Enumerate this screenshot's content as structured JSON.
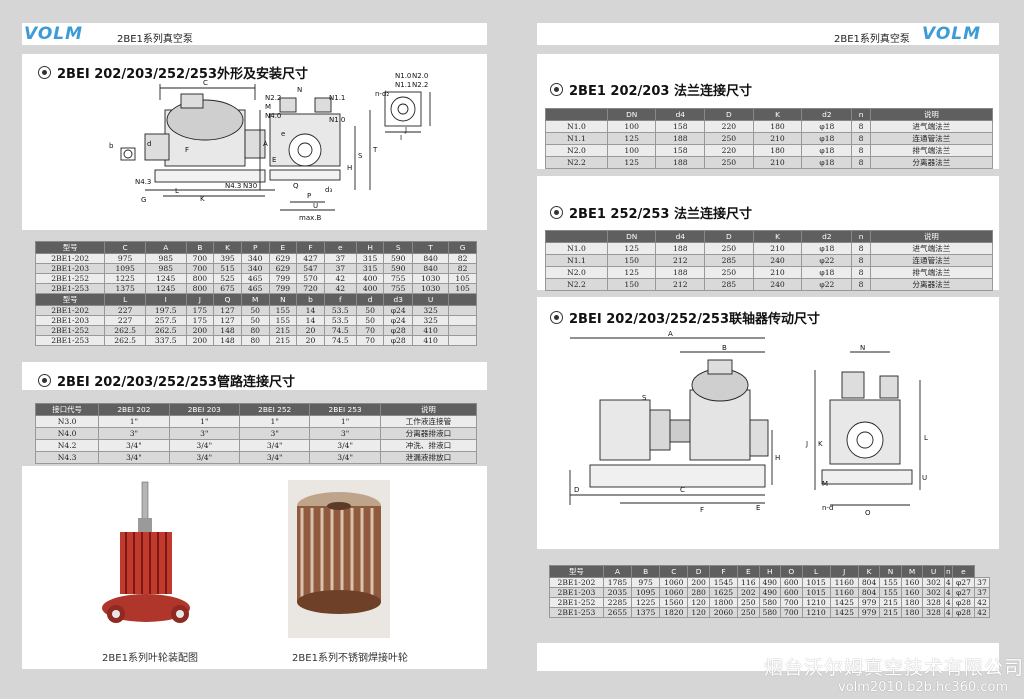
{
  "left": {
    "brand": "VOLM",
    "series": "2BE1系列真空泵",
    "sec1_title": "2BEI  202/203/252/253外形及安装尺寸",
    "dim_table1": {
      "header1": [
        "型号",
        "C",
        "A",
        "B",
        "K",
        "P",
        "E",
        "F",
        "e",
        "H",
        "S",
        "T",
        "G"
      ],
      "rows1": [
        [
          "2BE1-202",
          "975",
          "985",
          "700",
          "395",
          "340",
          "629",
          "427",
          "37",
          "315",
          "590",
          "840",
          "82"
        ],
        [
          "2BE1-203",
          "1095",
          "985",
          "700",
          "515",
          "340",
          "629",
          "547",
          "37",
          "315",
          "590",
          "840",
          "82"
        ],
        [
          "2BE1-252",
          "1225",
          "1245",
          "800",
          "525",
          "465",
          "799",
          "570",
          "42",
          "400",
          "755",
          "1030",
          "105"
        ],
        [
          "2BE1-253",
          "1375",
          "1245",
          "800",
          "675",
          "465",
          "799",
          "720",
          "42",
          "400",
          "755",
          "1030",
          "105"
        ]
      ],
      "header2": [
        "型号",
        "L",
        "I",
        "J",
        "Q",
        "M",
        "N",
        "b",
        "f",
        "d",
        "d3",
        "U",
        ""
      ],
      "rows2": [
        [
          "2BE1-202",
          "227",
          "197.5",
          "175",
          "127",
          "50",
          "155",
          "14",
          "53.5",
          "50",
          "φ24",
          "325",
          ""
        ],
        [
          "2BE1-203",
          "227",
          "257.5",
          "175",
          "127",
          "50",
          "155",
          "14",
          "53.5",
          "50",
          "φ24",
          "325",
          ""
        ],
        [
          "2BE1-252",
          "262.5",
          "262.5",
          "200",
          "148",
          "80",
          "215",
          "20",
          "74.5",
          "70",
          "φ28",
          "410",
          ""
        ],
        [
          "2BE1-253",
          "262.5",
          "337.5",
          "200",
          "148",
          "80",
          "215",
          "20",
          "74.5",
          "70",
          "φ28",
          "410",
          ""
        ]
      ]
    },
    "sec2_title": "2BEI  202/203/252/253管路连接尺寸",
    "pipe_table": {
      "header": [
        "接口代号",
        "2BEI 202",
        "2BEI 203",
        "2BEI 252",
        "2BEI 253",
        "说明"
      ],
      "rows": [
        [
          "N3.0",
          "1\"",
          "1\"",
          "1\"",
          "1\"",
          "工作液连接管"
        ],
        [
          "N4.0",
          "3\"",
          "3\"",
          "3\"",
          "3\"",
          "分离器排液口"
        ],
        [
          "N4.2",
          "3/4\"",
          "3/4\"",
          "3/4\"",
          "3/4\"",
          "冲洗、排液口"
        ],
        [
          "N4.3",
          "3/4\"",
          "3/4\"",
          "3/4\"",
          "3/4\"",
          "泄漏液排放口"
        ]
      ]
    },
    "photo1_caption": "2BE1系列叶轮装配图",
    "photo2_caption": "2BE1系列不锈钢焊接叶轮",
    "drawing_labels": {
      "C": "C",
      "G": "G",
      "L": "L",
      "K": "K",
      "N43": "N4.3",
      "N43b": "N4.3",
      "N30": "N30",
      "N22": "N2.2",
      "M": "M",
      "N40": "N4.0",
      "N": "N",
      "N11": "N1.1",
      "N10": "N1.0",
      "N20": "N2.0",
      "N22b": "N2.2",
      "N10b": "N1.0",
      "N11b": "N1.1",
      "nd2": "n-d₂",
      "P": "P",
      "U": "U",
      "max": "max.B",
      "d3": "d₃",
      "A": "A",
      "E": "E",
      "H": "H",
      "S": "S",
      "T": "T",
      "b": "b",
      "F": "F",
      "d": "d",
      "e": "e",
      "Q": "Q",
      "J": "J",
      "I": "I"
    }
  },
  "right": {
    "brand": "VOLM",
    "series": "2BE1系列真空泵",
    "sec1_title": "2BE1   202/203 法兰连接尺寸",
    "flange_table1": {
      "header": [
        "",
        "DN",
        "d4",
        "D",
        "K",
        "d2",
        "n",
        "说明"
      ],
      "rows": [
        [
          "N1.0",
          "100",
          "158",
          "220",
          "180",
          "φ18",
          "8",
          "进气端法兰"
        ],
        [
          "N1.1",
          "125",
          "188",
          "250",
          "210",
          "φ18",
          "8",
          "连通管法兰"
        ],
        [
          "N2.0",
          "100",
          "158",
          "220",
          "180",
          "φ18",
          "8",
          "排气端法兰"
        ],
        [
          "N2.2",
          "125",
          "188",
          "250",
          "210",
          "φ18",
          "8",
          "分离器法兰"
        ]
      ]
    },
    "sec2_title": "2BE1   252/253 法兰连接尺寸",
    "flange_table2": {
      "header": [
        "",
        "DN",
        "d4",
        "D",
        "K",
        "d2",
        "n",
        "说明"
      ],
      "rows": [
        [
          "N1.0",
          "125",
          "188",
          "250",
          "210",
          "φ18",
          "8",
          "进气端法兰"
        ],
        [
          "N1.1",
          "150",
          "212",
          "285",
          "240",
          "φ22",
          "8",
          "连通管法兰"
        ],
        [
          "N2.0",
          "125",
          "188",
          "250",
          "210",
          "φ18",
          "8",
          "排气端法兰"
        ],
        [
          "N2.2",
          "150",
          "212",
          "285",
          "240",
          "φ22",
          "8",
          "分离器法兰"
        ]
      ]
    },
    "sec3_title": "2BEI  202/203/252/253联轴器传动尺寸",
    "coupling_table": {
      "header": [
        "型号",
        "A",
        "B",
        "C",
        "D",
        "F",
        "E",
        "H",
        "O",
        "L",
        "J",
        "K",
        "N",
        "M",
        "U",
        "n",
        "e"
      ],
      "rows": [
        [
          "2BE1-202",
          "1785",
          "975",
          "1060",
          "200",
          "1545",
          "116",
          "490",
          "600",
          "1015",
          "1160",
          "804",
          "155",
          "160",
          "302",
          "4",
          "φ27",
          "37"
        ],
        [
          "2BE1-203",
          "2035",
          "1095",
          "1060",
          "280",
          "1625",
          "202",
          "490",
          "600",
          "1015",
          "1160",
          "804",
          "155",
          "160",
          "302",
          "4",
          "φ27",
          "37"
        ],
        [
          "2BE1-252",
          "2285",
          "1225",
          "1560",
          "120",
          "1800",
          "250",
          "580",
          "700",
          "1210",
          "1425",
          "979",
          "215",
          "180",
          "328",
          "4",
          "φ28",
          "42"
        ],
        [
          "2BE1-253",
          "2655",
          "1375",
          "1820",
          "120",
          "2060",
          "250",
          "580",
          "700",
          "1210",
          "1425",
          "979",
          "215",
          "180",
          "328",
          "4",
          "φ28",
          "42"
        ]
      ]
    },
    "drawing_labels": {
      "A": "A",
      "B": "B",
      "C": "C",
      "D": "D",
      "F": "F",
      "E": "E",
      "H": "H",
      "S": "S",
      "O": "O",
      "U": "U",
      "K": "K",
      "L": "L",
      "J": "J",
      "N": "N",
      "M": "M",
      "nd": "n-d"
    }
  },
  "footer": {
    "company": "烟台沃尔姆真空技术有限公司",
    "url": "volm2010.b2b.hc360.com"
  }
}
